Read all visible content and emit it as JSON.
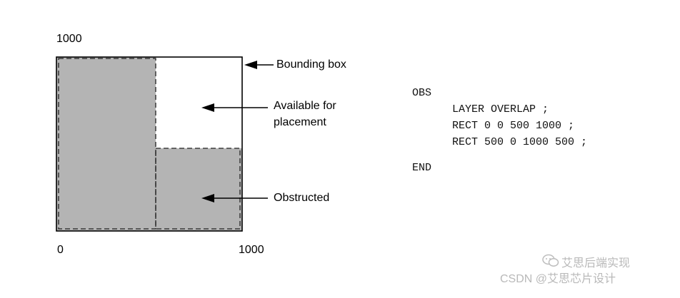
{
  "diagram": {
    "top_left_label": "1000",
    "origin_label": "0",
    "bottom_right_label": "1000",
    "callouts": {
      "bounding_box": "Bounding box",
      "available_line1": "Available for",
      "available_line2": "placement",
      "obstructed": "Obstructed"
    },
    "colors": {
      "obstruction_fill": "#b4b4b4",
      "outline": "#000000"
    }
  },
  "code": {
    "open": "OBS",
    "lines": [
      "LAYER OVERLAP ;",
      "RECT 0 0 500 1000 ;",
      "RECT 500 0 1000 500 ;"
    ],
    "close": "END"
  },
  "watermark": {
    "brand": "艾思后端实现",
    "source": "CSDN @艾思芯片设计"
  }
}
